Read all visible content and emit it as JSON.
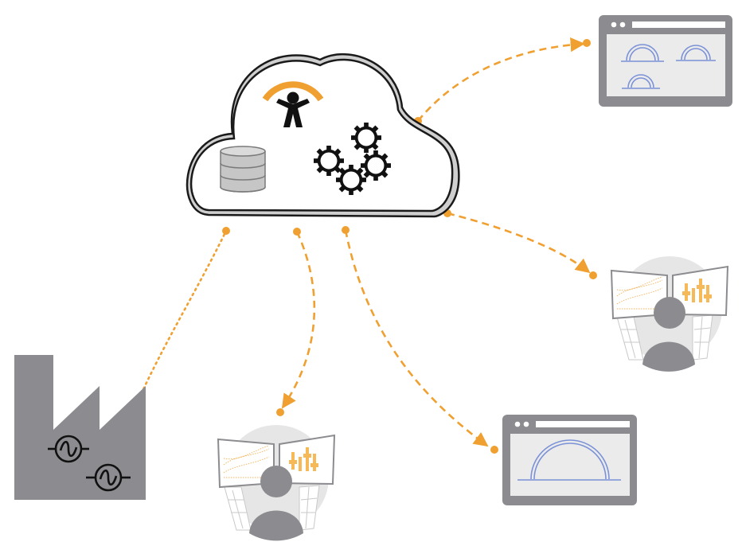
{
  "nodes": {
    "cloud": {
      "icons": [
        "logo-icon",
        "database-icon",
        "gears-icon"
      ]
    },
    "factory": {
      "icons": [
        "factory-icon",
        "generator-icon",
        "generator-icon"
      ]
    },
    "browser_top": {
      "icons": [
        "browser-window-icon",
        "gauge-icon",
        "gauge-icon",
        "gauge-icon"
      ]
    },
    "browser_bottom": {
      "icons": [
        "browser-window-icon",
        "gauge-icon"
      ]
    },
    "operator_right": {
      "icons": [
        "operator-workstation-icon"
      ]
    },
    "operator_bottom": {
      "icons": [
        "operator-workstation-icon"
      ]
    }
  },
  "connections": [
    {
      "from": "factory",
      "to": "cloud",
      "style": "dotted"
    },
    {
      "from": "cloud",
      "to": "operator_bottom",
      "style": "dashed"
    },
    {
      "from": "cloud",
      "to": "browser_bottom",
      "style": "dashed"
    },
    {
      "from": "cloud",
      "to": "operator_right",
      "style": "dashed"
    },
    {
      "from": "cloud",
      "to": "browser_top",
      "style": "dashed"
    }
  ],
  "colors": {
    "accent": "#f0a030",
    "line": "#f0a030",
    "gray": "#8c8c90",
    "light_gray": "#ebebeb",
    "gauge_blue": "#7b92d6",
    "cloud_outline": "#1a1a1a"
  }
}
